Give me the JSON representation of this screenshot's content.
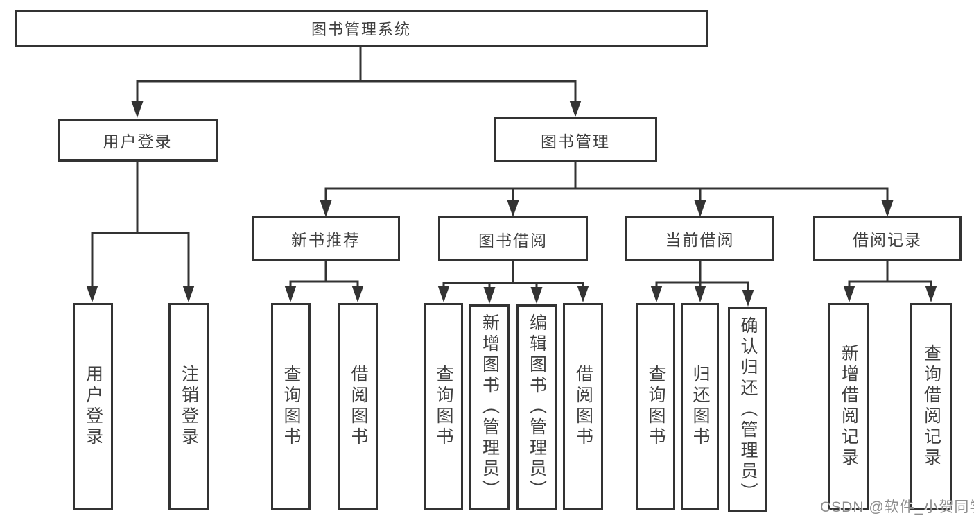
{
  "diagram": {
    "root": "图书管理系统",
    "branches": [
      {
        "label": "用户登录",
        "children": [
          "用户登录",
          "注销登录"
        ]
      },
      {
        "label": "图书管理",
        "sections": [
          {
            "label": "新书推荐",
            "children": [
              "查询图书",
              "借阅图书"
            ]
          },
          {
            "label": "图书借阅",
            "children": [
              "查询图书",
              "新增图书（管理员）",
              "编辑图书（管理员）",
              "借阅图书"
            ]
          },
          {
            "label": "当前借阅",
            "children": [
              "查询图书",
              "归还图书",
              "确认归还（管理员）"
            ]
          },
          {
            "label": "借阅记录",
            "children": [
              "新增借阅记录",
              "查询借阅记录"
            ]
          }
        ]
      }
    ],
    "line_color": "#333333",
    "text_color": "#3f3f3f"
  },
  "watermark": "CSDN @软件_小贺同学"
}
